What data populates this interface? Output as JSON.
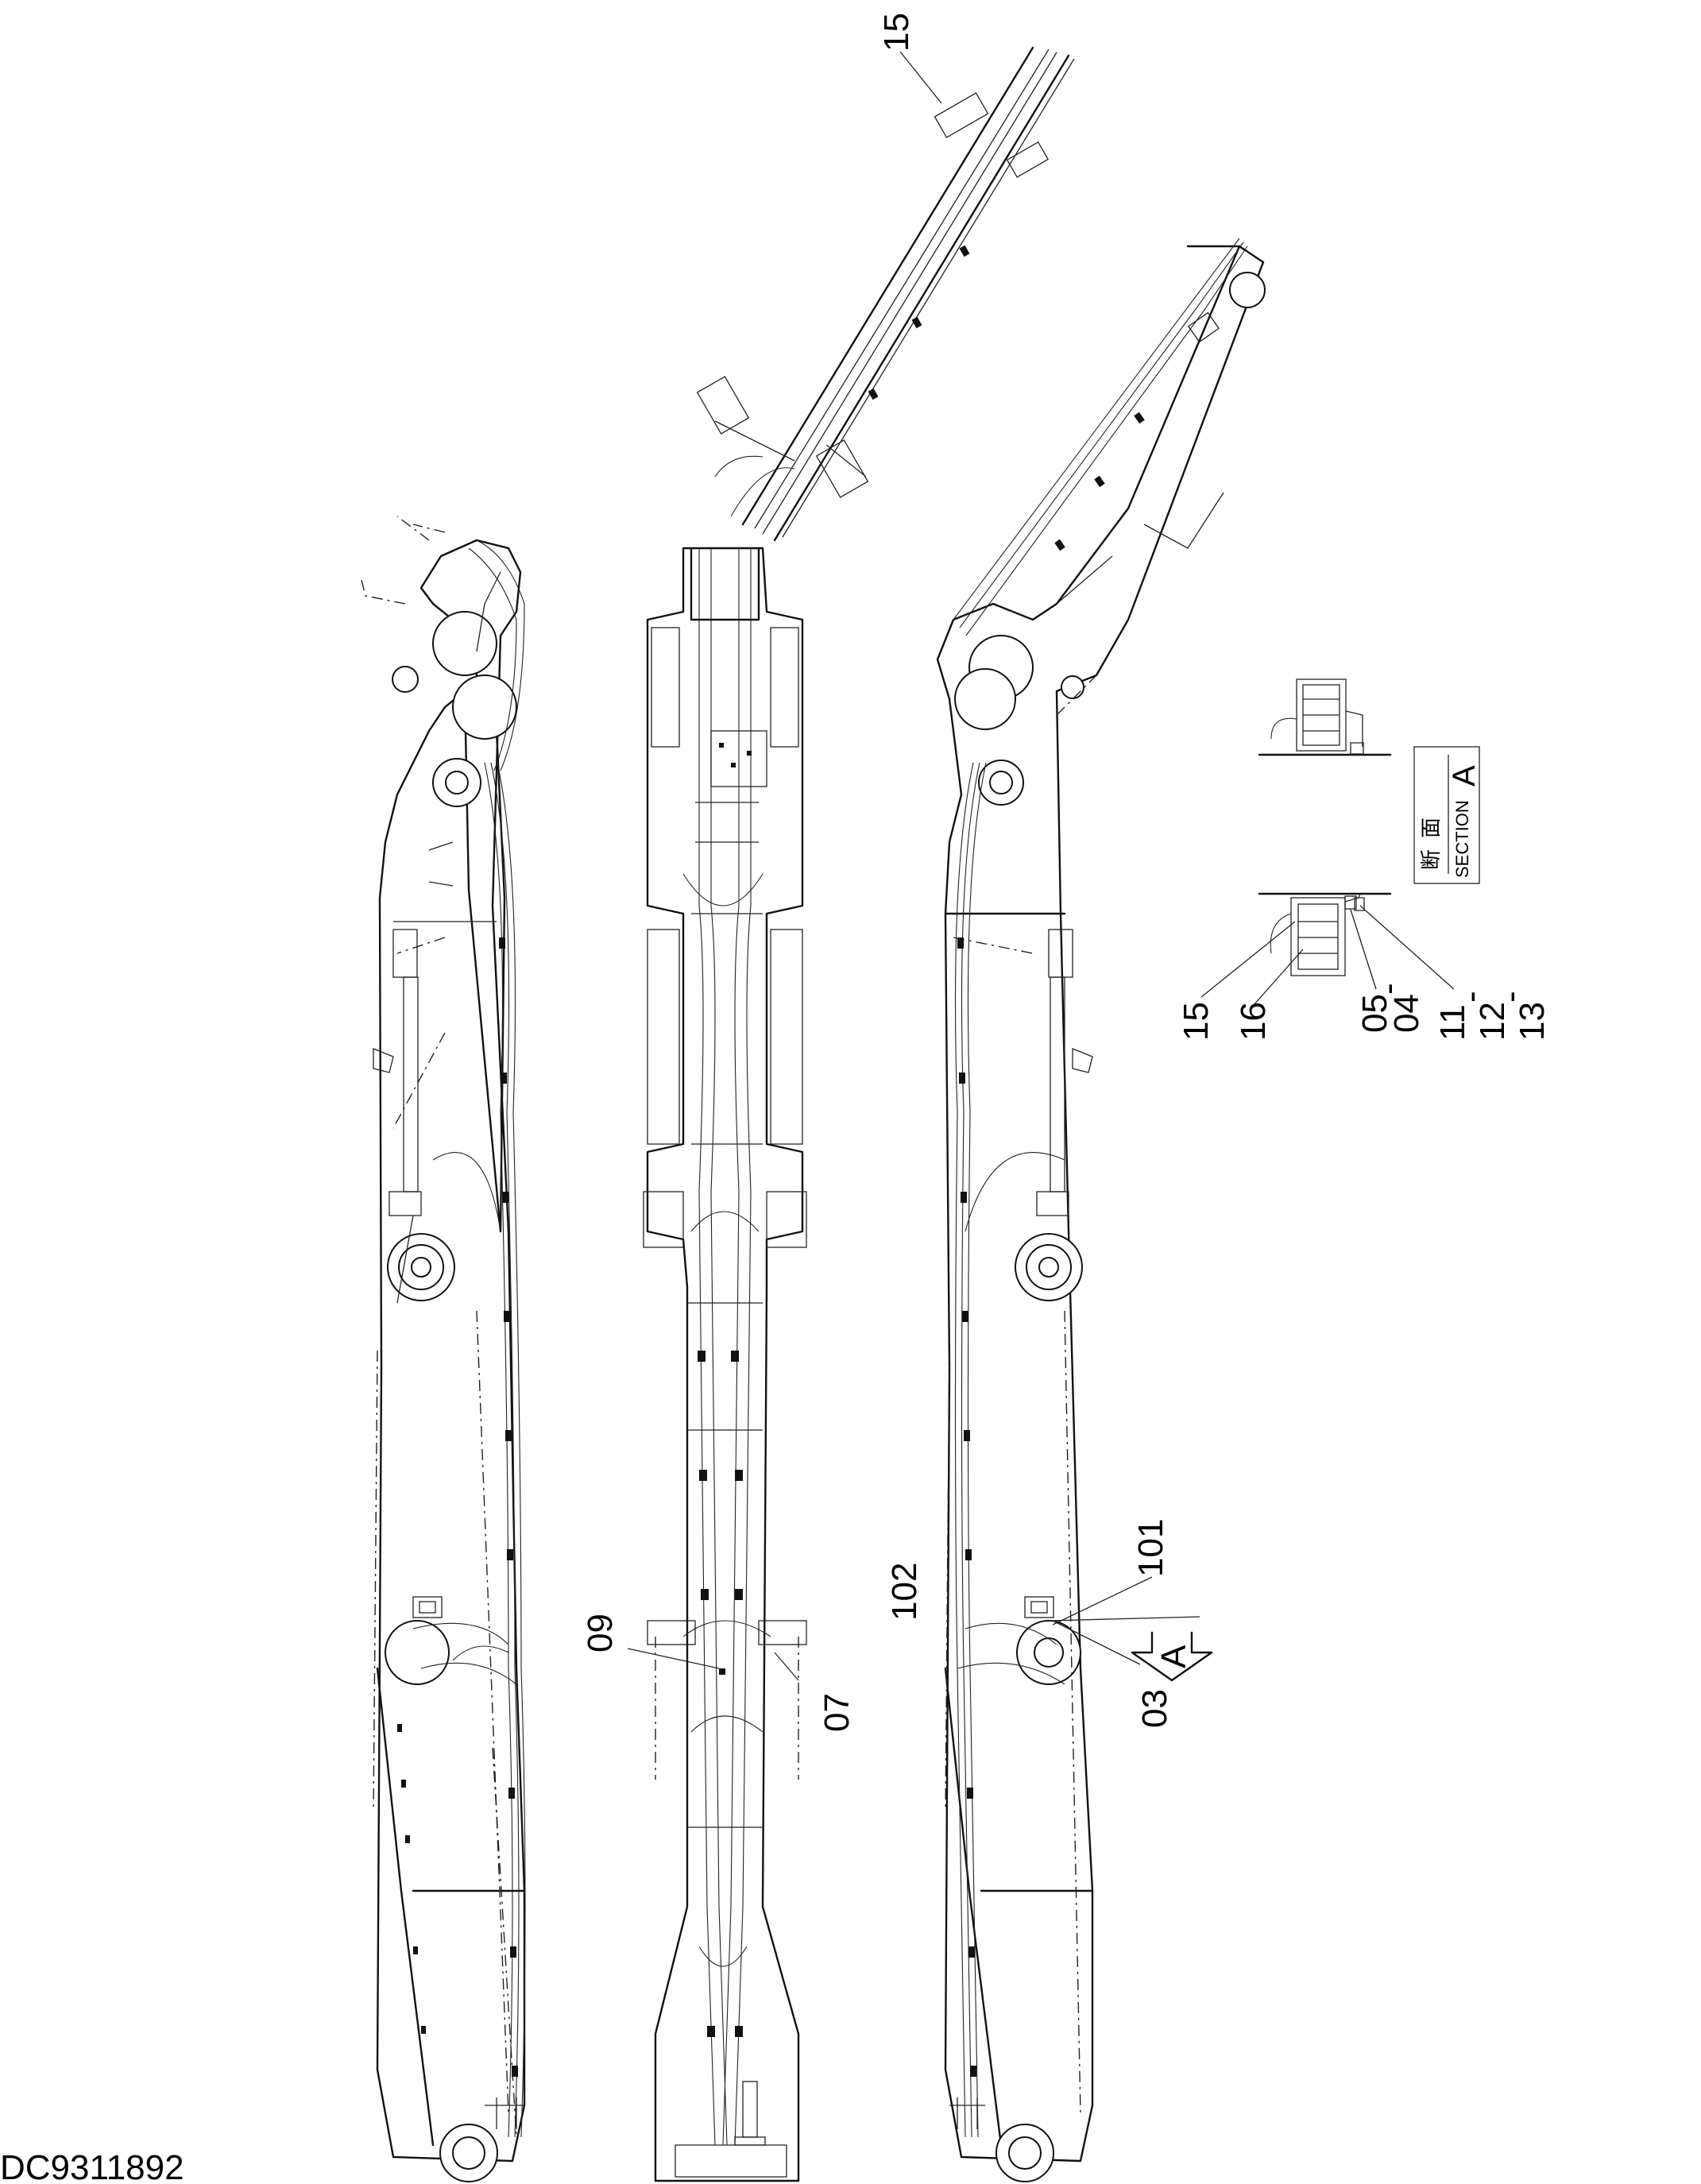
{
  "drawing_code": "DC9311892",
  "callouts": {
    "c15_top": "15",
    "c15_detail": "15",
    "c16": "16",
    "c05": "05",
    "c04": "04",
    "c11": "11",
    "c12": "12",
    "c13": "13",
    "c09": "09",
    "c07": "07",
    "c102": "102",
    "c101": "101",
    "c03": "03",
    "dash1": "-",
    "dash2": "-",
    "dash3": "-"
  },
  "section": {
    "cjk_1": "断",
    "cjk_2": "面",
    "label": "SECTION",
    "letter": "A"
  },
  "view_arrow": {
    "letter": "A"
  }
}
